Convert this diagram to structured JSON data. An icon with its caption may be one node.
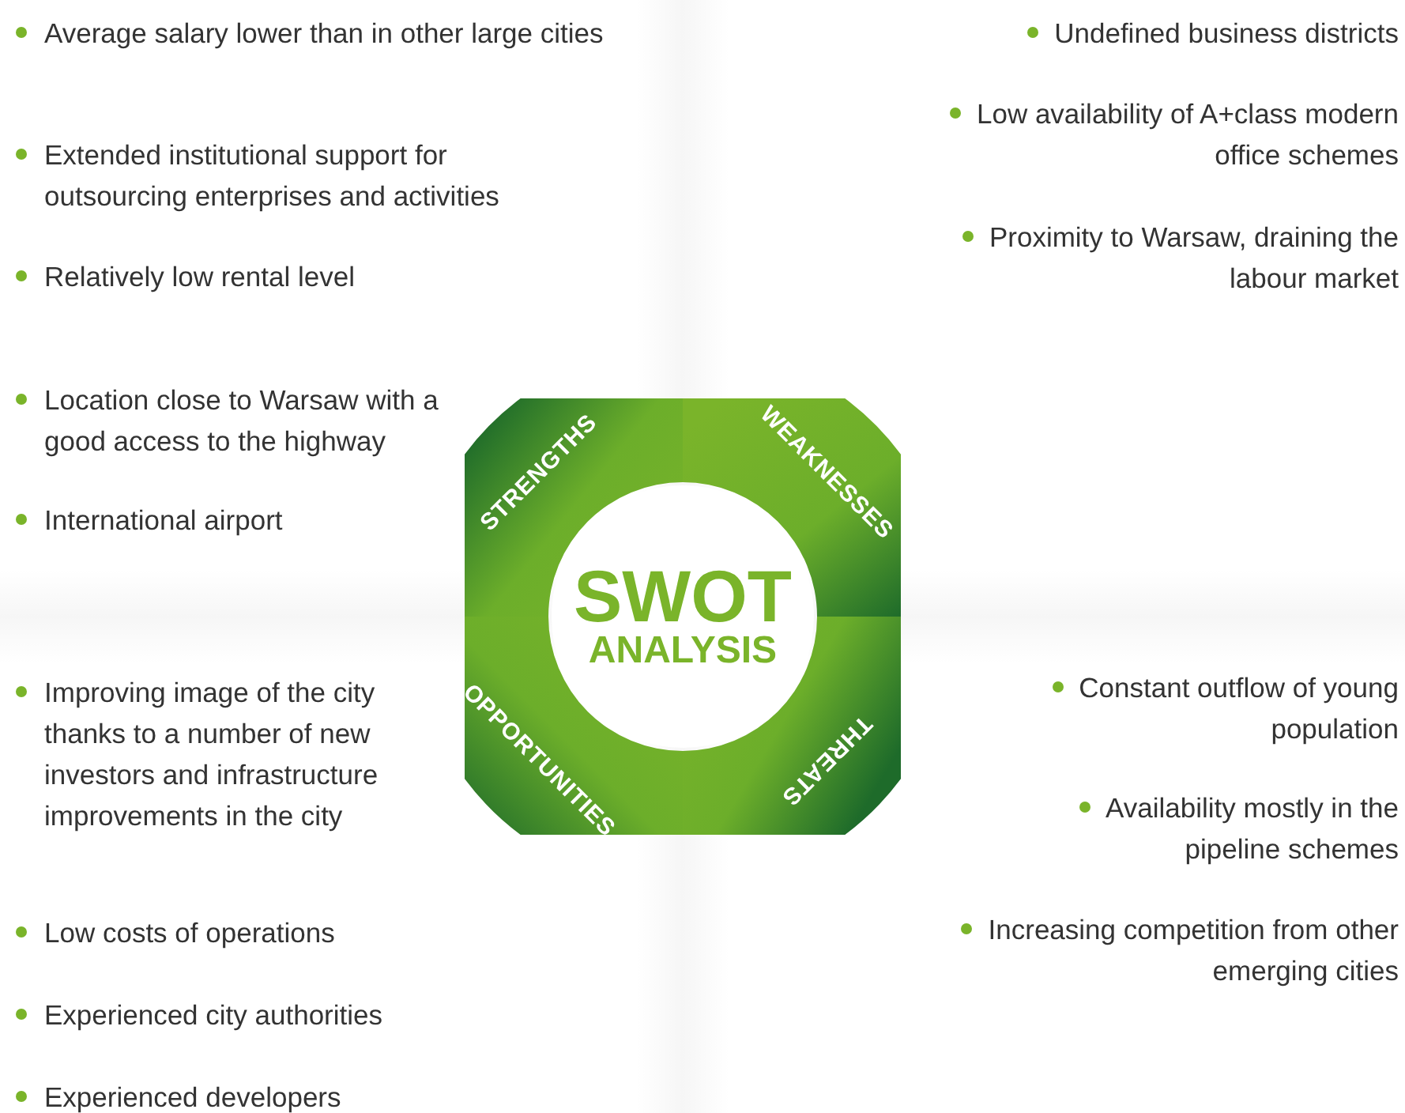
{
  "diagram": {
    "nodes": [
      {
        "text": [
          "SWOT",
          "ANALYSIS"
        ]
      },
      {
        "text": [
          "STRENGTHS"
        ]
      },
      {
        "text": [
          "WEAKNESSES"
        ]
      },
      {
        "text": [
          "OPPORTUNITIES"
        ]
      },
      {
        "text": [
          "THREATS"
        ]
      }
    ],
    "labels": [
      "Average salary lower than in other large cities",
      "Undefined business districts",
      "Extended institutional support for outsourcing enterprises and activities",
      "Low availability of A+class modern office schemes",
      "Relatively low rental level",
      "Proximity to Warsaw, draining the labour market",
      "Location close to Warsaw with a good access to the highway",
      "International airport",
      "Improving image of the city thanks to a number of new investors and infrastructure improvements in the city",
      "Constant outflow of young population",
      "Availability mostly in the pipeline schemes",
      "Low costs of operations",
      "Increasing competition from other emerging cities",
      "Experienced city authorities",
      "Experienced developers"
    ]
  }
}
